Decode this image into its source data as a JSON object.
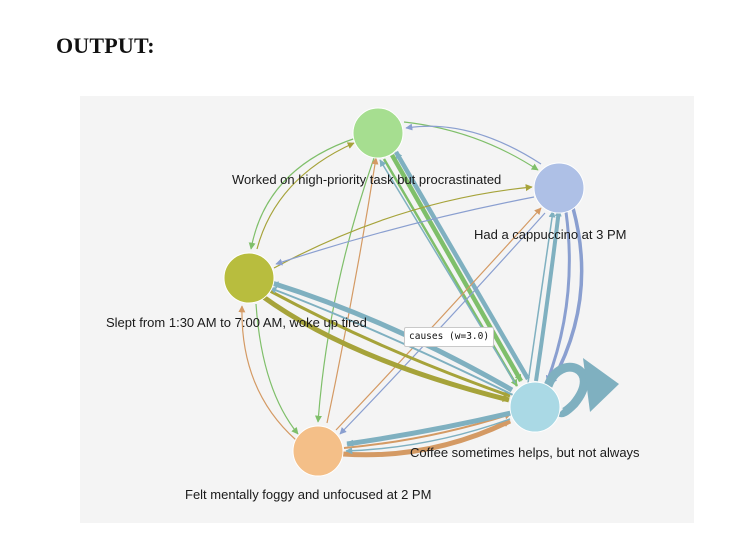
{
  "heading": "OUTPUT:",
  "graph": {
    "nodes": [
      {
        "id": "task",
        "label": "Worked on high-priority task but procrastinated",
        "color": "#a6de90"
      },
      {
        "id": "capp",
        "label": "Had a cappuccino at 3 PM",
        "color": "#aec0e6"
      },
      {
        "id": "sleep",
        "label": "Slept from 1:30 AM to 7:00 AM, woke up tired",
        "color": "#b8bd3e"
      },
      {
        "id": "coffee",
        "label": "Coffee sometimes helps, but not always",
        "color": "#aad9e5"
      },
      {
        "id": "foggy",
        "label": "Felt mentally foggy and unfocused at 2 PM",
        "color": "#f4bf88"
      }
    ],
    "edge_colors": {
      "green": "#7fbf6a",
      "blue": "#8a9fd0",
      "olive": "#a6a33a",
      "teal": "#7fb0c0",
      "orange": "#d49a64"
    },
    "tooltip": "causes (w=3.0)"
  }
}
